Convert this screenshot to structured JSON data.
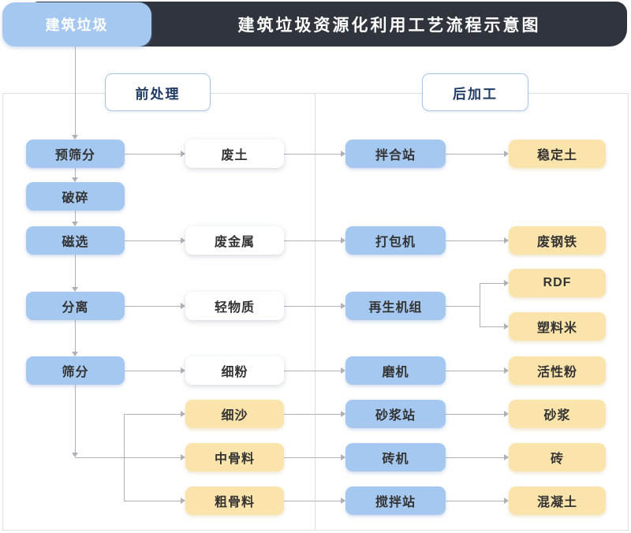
{
  "header": {
    "source_box": "建筑垃圾",
    "title": "建筑垃圾资源化利用工艺流程示意图"
  },
  "sections": {
    "pre_processing": "前处理",
    "post_processing": "后加工"
  },
  "nodes": {
    "pre_screening": "预筛分",
    "crushing": "破碎",
    "magnetic_separation": "磁选",
    "separation": "分离",
    "screening": "筛分",
    "waste_soil": "废土",
    "waste_metal": "废金属",
    "light_material": "轻物质",
    "fine_powder": "细粉",
    "fine_sand": "细沙",
    "medium_aggregate": "中骨料",
    "coarse_aggregate": "粗骨料",
    "mixing_station": "拌合站",
    "baler": "打包机",
    "regeneration_unit": "再生机组",
    "mill": "磨机",
    "mortar_station": "砂浆站",
    "brick_machine": "砖机",
    "concrete_mixing_station": "搅拌站",
    "stabilized_soil": "稳定土",
    "scrap_steel": "废钢铁",
    "rdf": "RDF",
    "plastic_pellets": "塑料米",
    "activated_powder": "活性粉",
    "mortar": "砂浆",
    "brick": "砖",
    "concrete": "混凝土"
  },
  "colors": {
    "header_dark": "#2f343d",
    "node_blue": "#a5c8f1",
    "node_yellow": "#fbe4ab",
    "section_border": "#a9c4e8",
    "section_text": "#1f3a63",
    "panel_border": "#dcdfe8",
    "connector": "#aeb1b9",
    "node_text": "#333333"
  }
}
